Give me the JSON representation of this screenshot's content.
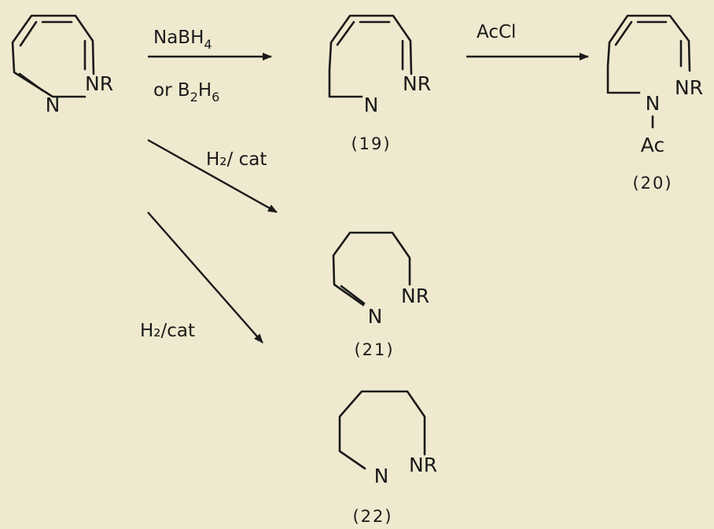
{
  "atoms": {
    "n": "N",
    "nr": "NR",
    "ac": "Ac"
  },
  "reagents": {
    "step1_top": "NaBH",
    "step1_top_sub": "4",
    "step1_bottom_prefix": "or B",
    "step1_bottom_sub1": "2",
    "step1_bottom_mid": "H",
    "step1_bottom_sub2": "6",
    "step2": "AcCl",
    "hydrogenation_1": "H₂/ cat",
    "hydrogenation_2": "H₂/cat"
  },
  "compounds": {
    "c19": "(19)",
    "c20": "(20)",
    "c21": "(21)",
    "c22": "(22)"
  },
  "colors": {
    "background": "#efe9cf",
    "ink": "#1a1a1a"
  }
}
